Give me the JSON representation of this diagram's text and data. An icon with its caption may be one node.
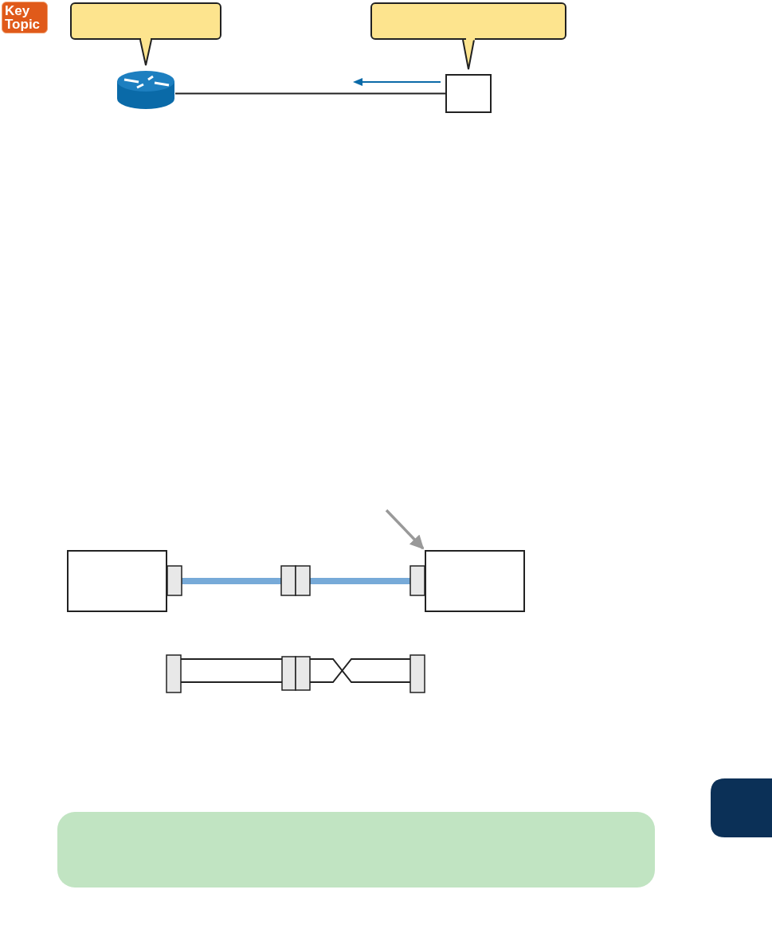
{
  "diagram": {
    "nodes": [
      {
        "text": [],
        "shape": "box"
      },
      {
        "text": [],
        "shape": "box"
      },
      {
        "text": [],
        "shape": "cylinder"
      },
      {
        "text": [],
        "shape": "box"
      },
      {
        "text": [],
        "shape": "box"
      },
      {
        "text": [],
        "shape": "box"
      },
      {
        "text": [],
        "shape": "box"
      }
    ],
    "edges": [
      {
        "from": 0,
        "to": 2,
        "arrow": "none"
      },
      {
        "from": 1,
        "to": 3,
        "arrow": "none"
      },
      {
        "from": 2,
        "to": 3,
        "arrow": "none"
      },
      {
        "from": null,
        "to": 5,
        "arrow": "to",
        "color": "#999999"
      },
      {
        "from": 4,
        "to": 5,
        "arrow": "none",
        "style": "thick",
        "color": "#77aad8"
      }
    ],
    "labels": [
      "Key Topic"
    ]
  }
}
